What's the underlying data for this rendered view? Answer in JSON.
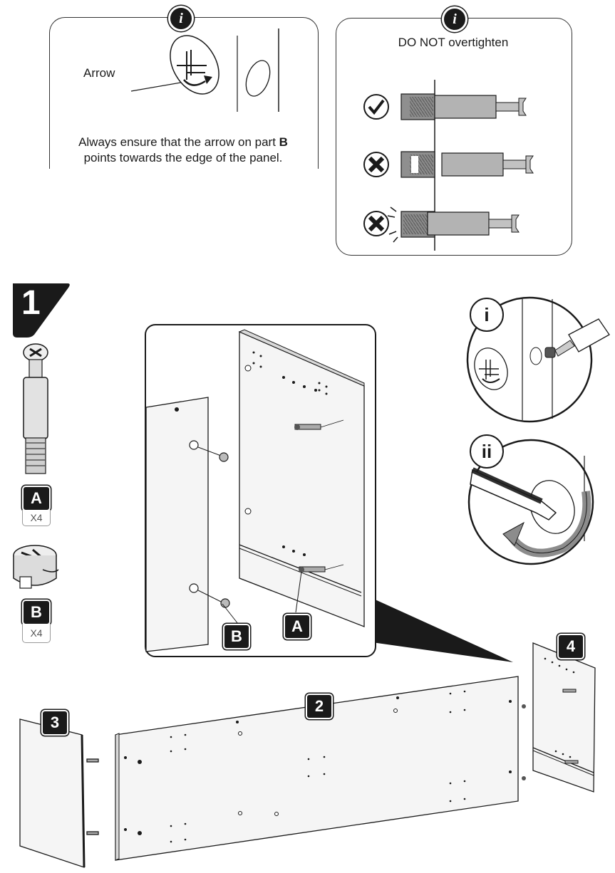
{
  "info_boxes": {
    "left": {
      "badge": "i",
      "arrow_label": "Arrow",
      "caption_line1_prefix": "Always ensure that the arrow on part ",
      "caption_line1_part": "B",
      "caption_line2": "points towards the edge of the panel."
    },
    "right": {
      "badge": "i",
      "title": "DO NOT overtighten",
      "rows": [
        {
          "status": "correct",
          "icon": "check-icon"
        },
        {
          "status": "wrong",
          "icon": "cross-icon"
        },
        {
          "status": "wrong",
          "icon": "cross-icon"
        }
      ]
    }
  },
  "step": {
    "number": "1",
    "parts": [
      {
        "letter": "A",
        "qty": "X4"
      },
      {
        "letter": "B",
        "qty": "X4"
      }
    ]
  },
  "detail_view": {
    "label_a": "A",
    "label_b": "B"
  },
  "substeps": {
    "first": "i",
    "second": "ii"
  },
  "panels": {
    "two": "2",
    "three": "3",
    "four": "4"
  },
  "colors": {
    "ink": "#1a1a1a",
    "panel_face": "#f5f5f5",
    "panel_edge": "#d9d9d9",
    "metal": "#9a9a9a",
    "arrow_gray": "#8c8c8c"
  }
}
